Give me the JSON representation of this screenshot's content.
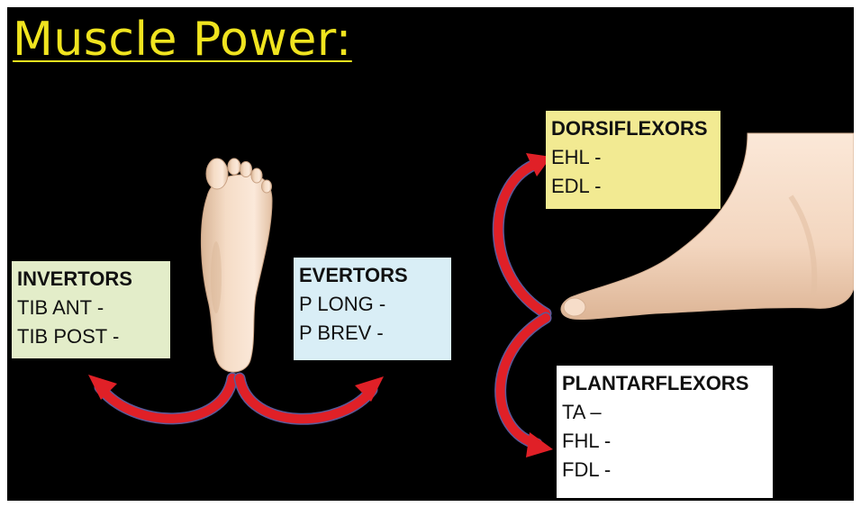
{
  "title": "Muscle Power:",
  "colors": {
    "background": "#000000",
    "title": "#F0E41F",
    "arrow": "#E02027",
    "arrow_edge": "#5A5A9A",
    "invertors_box": "#E3EDC9",
    "evertors_box": "#D9EEF6",
    "dorsiflexors_box": "#F2EA92",
    "plantarflexors_box": "#FFFFFF",
    "skin": "#F5DCC6",
    "skin_shadow": "#D9B596"
  },
  "boxes": {
    "invertors": {
      "heading": "INVERTORS",
      "items": [
        "TIB ANT -",
        "TIB POST -"
      ]
    },
    "evertors": {
      "heading": "EVERTORS",
      "items": [
        "P LONG -",
        "P BREV -"
      ]
    },
    "dorsiflexors": {
      "heading": "DORSIFLEXORS",
      "items": [
        "EHL -",
        "EDL -"
      ]
    },
    "plantarflexors": {
      "heading": "PLANTARFLEXORS",
      "items": [
        "TA –",
        "FHL -",
        "FDL -"
      ]
    }
  },
  "images": {
    "sole": "foot-sole-illustration",
    "side": "foot-side-illustration"
  }
}
